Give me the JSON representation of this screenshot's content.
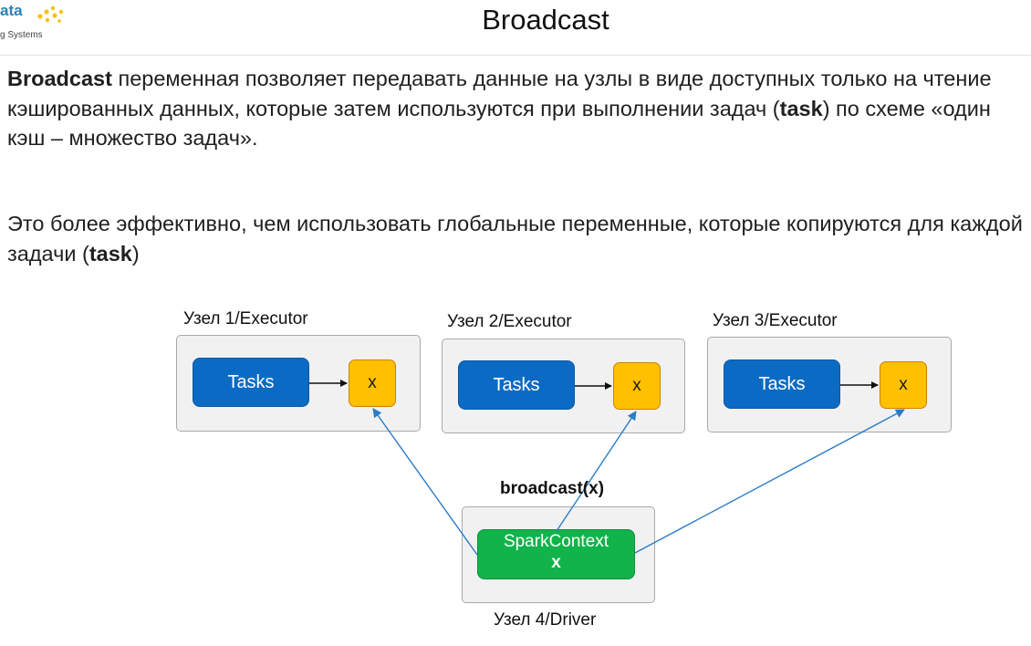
{
  "logo": {
    "text": "ata",
    "subtitle": "g Systems"
  },
  "title": "Broadcast",
  "paragraph1": {
    "bold_start": "Broadcast",
    "text_a": " переменная позволяет передавать данные на узлы в виде доступных только на чтение кэшированных данных, которые затем используются при выполнении задач (",
    "bold_task": "task",
    "text_b": ") по схеме «один кэш – множество задач»."
  },
  "paragraph2": {
    "text_a": "Это более эффективно, чем использовать глобальные переменные, которые копируются для каждой задачи (",
    "bold_task": "task",
    "text_b": ")"
  },
  "diagram": {
    "nodes": [
      {
        "label": "Узел 1/Executor",
        "tasks": "Tasks",
        "var": "x"
      },
      {
        "label": "Узел 2/Executor",
        "tasks": "Tasks",
        "var": "x"
      },
      {
        "label": "Узел 3/Executor",
        "tasks": "Tasks",
        "var": "x"
      }
    ],
    "broadcast_label": "broadcast(x)",
    "driver": {
      "label": "Узел 4/Driver",
      "context": "SparkContext",
      "var": "x"
    }
  },
  "colors": {
    "tasks_blue": "#0b6bc4",
    "var_yellow": "#ffc000",
    "spark_green": "#11b34a",
    "arrow_blue": "#2b7bc8",
    "node_bg": "#f1f1f1"
  }
}
